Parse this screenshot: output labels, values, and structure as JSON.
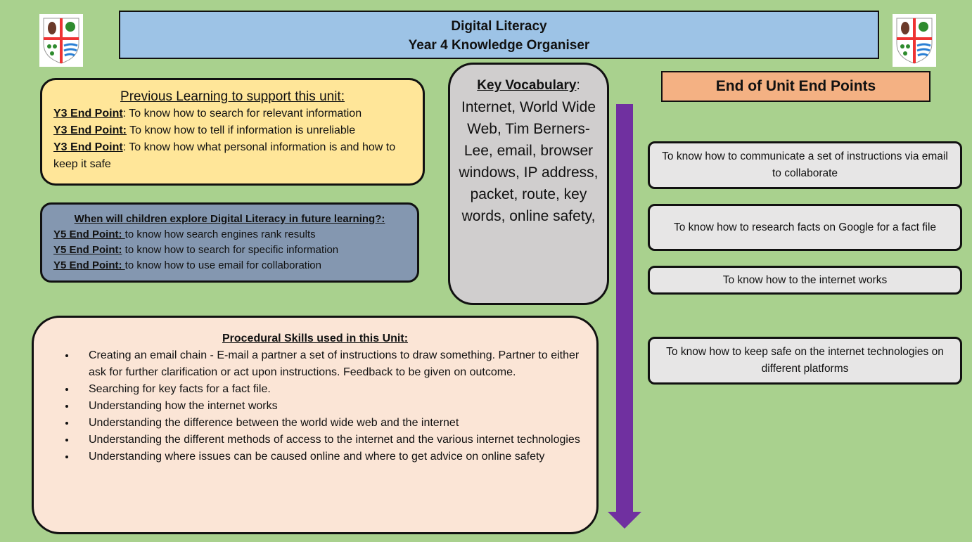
{
  "header": {
    "title_line1": "Digital Literacy",
    "title_line2": "Year 4 Knowledge Organiser"
  },
  "logo": {
    "name": "school-crest"
  },
  "previous": {
    "heading": "Previous Learning to support this unit:",
    "items": [
      {
        "label": "Y3 End Point",
        "text": ": To know how to search for relevant information"
      },
      {
        "label": "Y3 End Point:",
        "text": " To know how to tell if information is unreliable"
      },
      {
        "label": "Y3 End Point",
        "text": ": To know how what personal information is and how to keep it safe"
      }
    ]
  },
  "future": {
    "heading": "When will children explore Digital Literacy in future learning?:",
    "items": [
      {
        "label": "Y5 End Point: ",
        "text": "to know how search engines rank results"
      },
      {
        "label": "Y5 End Point:",
        "text": " to know how to search for specific information"
      },
      {
        "label": "Y5 End Point: ",
        "text": "to know how to use email for collaboration"
      }
    ]
  },
  "vocab": {
    "heading": "Key Vocabulary",
    "colon": ":",
    "text": "Internet, World Wide Web, Tim Berners-Lee, email, browser windows, IP address, packet, route,  key words, online safety,"
  },
  "end_points": {
    "heading": "End of Unit End Points",
    "items": [
      "To know how to communicate a set of instructions via email to collaborate",
      "To know how to research facts on Google for a fact file",
      "To know how to the internet works",
      "To know how to keep safe on the internet technologies on different platforms"
    ]
  },
  "procedural": {
    "heading": "Procedural Skills used in this Unit:",
    "items": [
      "Creating an email chain - E-mail a partner a set of instructions to draw something. Partner to either ask for further clarification or act upon instructions. Feedback to be given on outcome.",
      "Searching for key facts for a fact file.",
      "Understanding how the internet works",
      "Understanding the difference between the world wide web and the internet",
      "Understanding the different methods of access to the internet and the various internet technologies",
      "Understanding where issues can be caused online and where to get advice on online safety"
    ]
  },
  "colors": {
    "background": "#a9d18e",
    "arrow": "#7030a0"
  }
}
